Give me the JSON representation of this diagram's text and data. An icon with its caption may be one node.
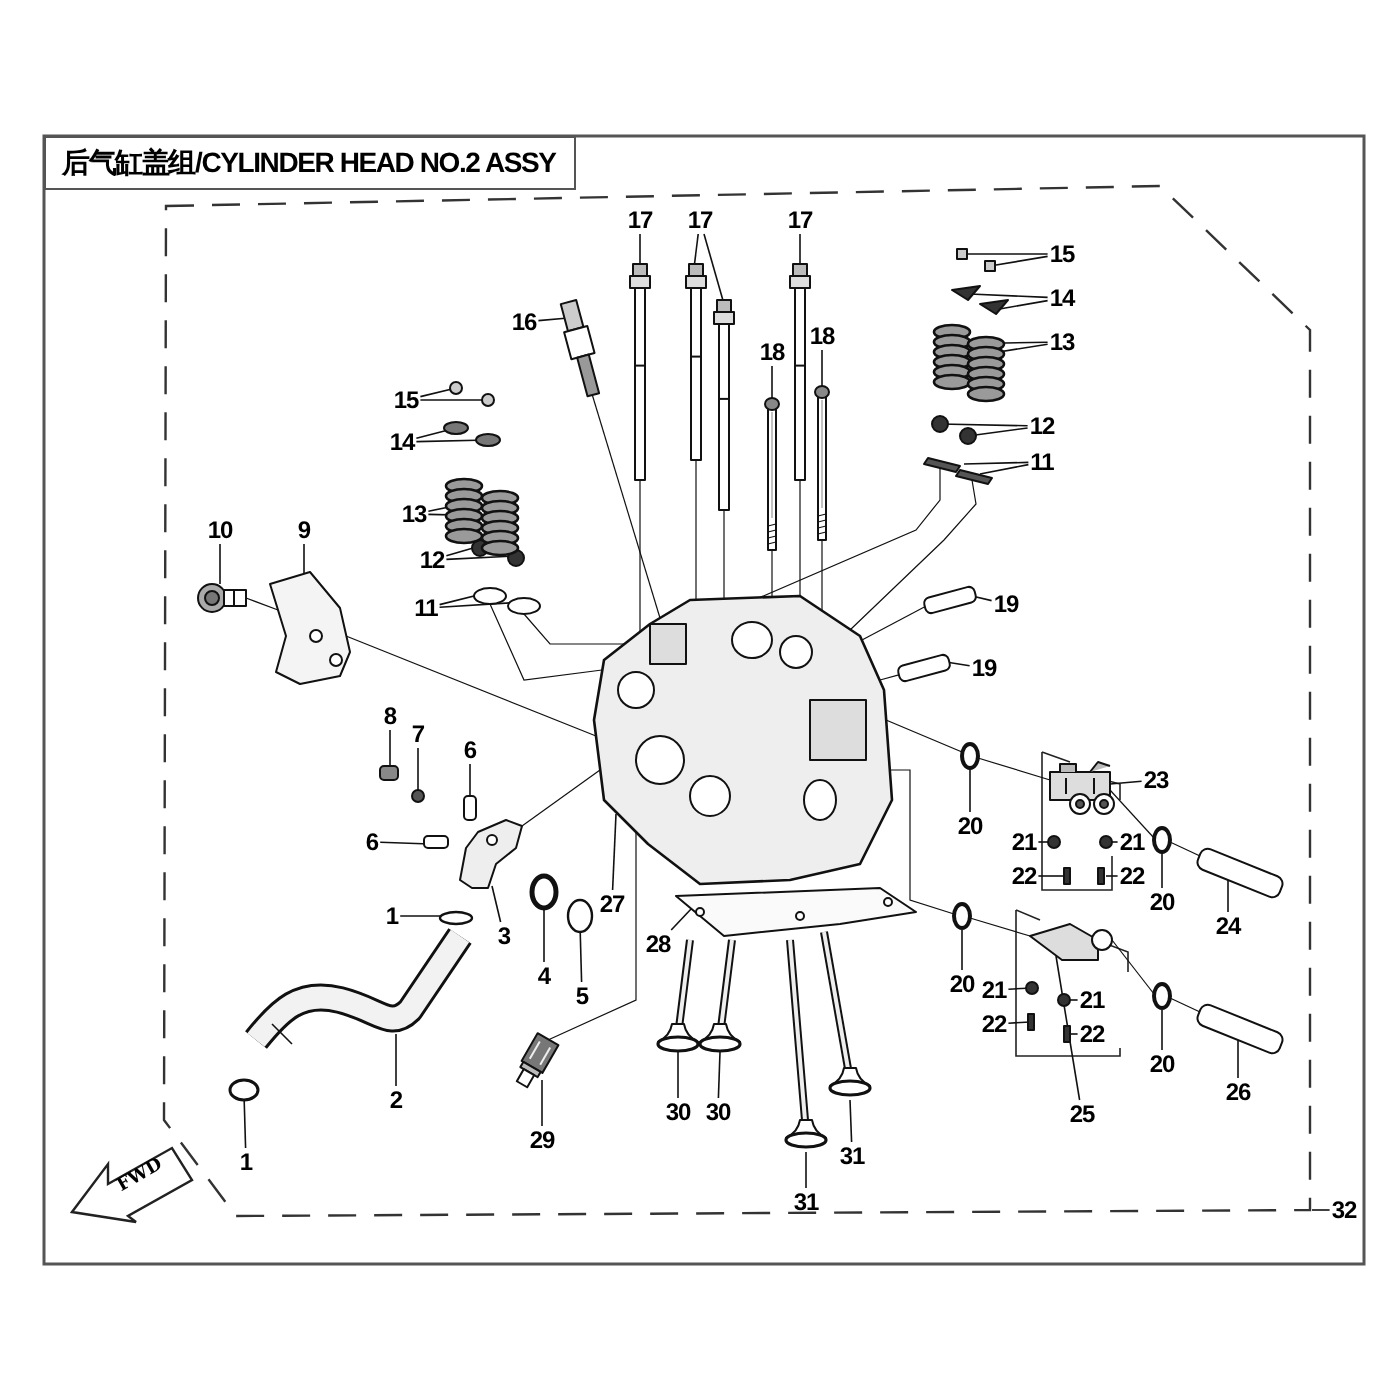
{
  "diagram": {
    "title": "后气缸盖组/CYLINDER HEAD NO.2 ASSY",
    "nodes": [
      {
        "text": [
          "1"
        ]
      },
      {
        "text": [
          "1"
        ]
      },
      {
        "text": [
          "2"
        ]
      },
      {
        "text": [
          "3"
        ]
      },
      {
        "text": [
          "4"
        ]
      },
      {
        "text": [
          "5"
        ]
      },
      {
        "text": [
          "6"
        ]
      },
      {
        "text": [
          "6"
        ]
      },
      {
        "text": [
          "7"
        ]
      },
      {
        "text": [
          "8"
        ]
      },
      {
        "text": [
          "9"
        ]
      },
      {
        "text": [
          "10"
        ]
      },
      {
        "text": [
          "11"
        ]
      },
      {
        "text": [
          "12"
        ]
      },
      {
        "text": [
          "13"
        ]
      },
      {
        "text": [
          "14"
        ]
      },
      {
        "text": [
          "15"
        ]
      },
      {
        "text": [
          "16"
        ]
      },
      {
        "text": [
          "17"
        ]
      },
      {
        "text": [
          "17"
        ]
      },
      {
        "text": [
          "17"
        ]
      },
      {
        "text": [
          "18"
        ]
      },
      {
        "text": [
          "18"
        ]
      },
      {
        "text": [
          "15"
        ]
      },
      {
        "text": [
          "14"
        ]
      },
      {
        "text": [
          "13"
        ]
      },
      {
        "text": [
          "12"
        ]
      },
      {
        "text": [
          "11"
        ]
      },
      {
        "text": [
          "19"
        ]
      },
      {
        "text": [
          "19"
        ]
      },
      {
        "text": [
          "20"
        ]
      },
      {
        "text": [
          "23"
        ]
      },
      {
        "text": [
          "21"
        ]
      },
      {
        "text": [
          "21"
        ]
      },
      {
        "text": [
          "22"
        ]
      },
      {
        "text": [
          "22"
        ]
      },
      {
        "text": [
          "20"
        ]
      },
      {
        "text": [
          "24"
        ]
      },
      {
        "text": [
          "20"
        ]
      },
      {
        "text": [
          "21"
        ]
      },
      {
        "text": [
          "21"
        ]
      },
      {
        "text": [
          "22"
        ]
      },
      {
        "text": [
          "22"
        ]
      },
      {
        "text": [
          "20"
        ]
      },
      {
        "text": [
          "25"
        ]
      },
      {
        "text": [
          "26"
        ]
      },
      {
        "text": [
          "27"
        ]
      },
      {
        "text": [
          "28"
        ]
      },
      {
        "text": [
          "29"
        ]
      },
      {
        "text": [
          "30"
        ]
      },
      {
        "text": [
          "30"
        ]
      },
      {
        "text": [
          "31"
        ]
      },
      {
        "text": [
          "31"
        ]
      },
      {
        "text": [
          "32"
        ]
      },
      {
        "text": [
          "FWD"
        ]
      },
      {
        "text": [],
        "shape": "circle"
      },
      {
        "text": [],
        "shape": "circle"
      },
      {
        "text": [],
        "shape": "picture"
      },
      {
        "text": [],
        "shape": "picture"
      },
      {
        "text": [],
        "shape": "circle"
      },
      {
        "text": [],
        "shape": "circle"
      },
      {
        "text": [],
        "shape": "box"
      },
      {
        "text": [],
        "shape": "box"
      },
      {
        "text": [],
        "shape": "circle"
      },
      {
        "text": [],
        "shape": "box"
      },
      {
        "text": [],
        "shape": "picture"
      },
      {
        "text": [],
        "shape": "picture"
      },
      {
        "text": [],
        "shape": "circle"
      },
      {
        "text": [],
        "shape": "circle"
      },
      {
        "text": [],
        "shape": "circle"
      },
      {
        "text": [],
        "shape": "circle"
      },
      {
        "text": [],
        "shape": "picture"
      },
      {
        "text": [],
        "shape": "picture"
      },
      {
        "text": [],
        "shape": "circle"
      },
      {
        "text": [],
        "shape": "circle"
      },
      {
        "text": [],
        "shape": "circle"
      },
      {
        "text": [],
        "shape": "circle"
      },
      {
        "text": [],
        "shape": "picture"
      },
      {
        "text": [],
        "shape": "picture"
      },
      {
        "text": [],
        "shape": "picture"
      },
      {
        "text": [],
        "shape": "picture"
      },
      {
        "text": [],
        "shape": "picture"
      },
      {
        "text": [],
        "shape": "picture"
      },
      {
        "text": [],
        "shape": "picture"
      },
      {
        "text": [],
        "shape": "box"
      },
      {
        "text": [],
        "shape": "box"
      },
      {
        "text": [],
        "shape": "picture"
      },
      {
        "text": [],
        "shape": "picture"
      },
      {
        "text": [],
        "shape": "picture"
      },
      {
        "text": [],
        "shape": "picture"
      },
      {
        "text": [],
        "shape": "circle"
      },
      {
        "text": [],
        "shape": "circle"
      },
      {
        "text": [],
        "shape": "picture"
      },
      {
        "text": [],
        "shape": "picture"
      },
      {
        "text": [],
        "shape": "box"
      },
      {
        "text": [],
        "shape": "box"
      },
      {
        "text": [],
        "shape": "circle"
      },
      {
        "text": [],
        "shape": "picture"
      },
      {
        "text": [],
        "shape": "circle"
      },
      {
        "text": [],
        "shape": "circle"
      },
      {
        "text": [],
        "shape": "box"
      },
      {
        "text": [],
        "shape": "box"
      },
      {
        "text": [],
        "shape": "circle"
      },
      {
        "text": [],
        "shape": "box"
      },
      {
        "text": [],
        "shape": "circle"
      },
      {
        "text": [],
        "shape": "circle"
      },
      {
        "text": [],
        "shape": "circle"
      },
      {
        "text": [],
        "shape": "box"
      },
      {
        "text": [],
        "shape": "box"
      },
      {
        "text": [],
        "shape": "circle"
      },
      {
        "text": [],
        "shape": "picture"
      },
      {
        "text": [],
        "shape": "box"
      },
      {
        "text": [],
        "shape": "picture"
      },
      {
        "text": [],
        "shape": "picture"
      },
      {
        "text": [],
        "shape": "picture"
      },
      {
        "text": [],
        "shape": "picture"
      },
      {
        "text": [],
        "shape": "picture"
      },
      {
        "text": [],
        "shape": "picture"
      },
      {
        "text": [],
        "shape": "picture"
      }
    ],
    "edges": [
      {
        "from": 0,
        "to": 55,
        "arrow": "none"
      },
      {
        "from": 1,
        "to": 56,
        "arrow": "none"
      },
      {
        "from": 2,
        "to": 57,
        "arrow": "none"
      },
      {
        "from": 3,
        "to": 58,
        "arrow": "none"
      },
      {
        "from": 4,
        "to": 59,
        "arrow": "none"
      },
      {
        "from": 5,
        "to": 60,
        "arrow": "none"
      },
      {
        "from": 6,
        "to": 61,
        "arrow": "none"
      },
      {
        "from": 7,
        "to": 62,
        "arrow": "none"
      },
      {
        "from": 8,
        "to": 63,
        "arrow": "none"
      },
      {
        "from": 9,
        "to": 64,
        "arrow": "none"
      },
      {
        "from": 10,
        "to": 65,
        "arrow": "none"
      },
      {
        "from": 11,
        "to": 66,
        "arrow": "none"
      },
      {
        "from": 12,
        "to": 67,
        "arrow": "none"
      },
      {
        "from": 12,
        "to": 68,
        "arrow": "none"
      },
      {
        "from": 13,
        "to": 69,
        "arrow": "none"
      },
      {
        "from": 13,
        "to": 70,
        "arrow": "none"
      },
      {
        "from": 14,
        "to": 71,
        "arrow": "none"
      },
      {
        "from": 14,
        "to": 72,
        "arrow": "none"
      },
      {
        "from": 15,
        "to": 73,
        "arrow": "none"
      },
      {
        "from": 15,
        "to": 74,
        "arrow": "none"
      },
      {
        "from": 16,
        "to": 75,
        "arrow": "none"
      },
      {
        "from": 16,
        "to": 76,
        "arrow": "none"
      },
      {
        "from": 17,
        "to": 77,
        "arrow": "none"
      },
      {
        "from": 18,
        "to": 78,
        "arrow": "none"
      },
      {
        "from": 19,
        "to": 79,
        "arrow": "none"
      },
      {
        "from": 19,
        "to": 80,
        "arrow": "none"
      },
      {
        "from": 20,
        "to": 81,
        "arrow": "none"
      },
      {
        "from": 21,
        "to": 82,
        "arrow": "none"
      },
      {
        "from": 22,
        "to": 83,
        "arrow": "none"
      },
      {
        "from": 23,
        "to": 84,
        "arrow": "none"
      },
      {
        "from": 23,
        "to": 85,
        "arrow": "none"
      },
      {
        "from": 24,
        "to": 86,
        "arrow": "none"
      },
      {
        "from": 24,
        "to": 87,
        "arrow": "none"
      },
      {
        "from": 25,
        "to": 88,
        "arrow": "none"
      },
      {
        "from": 25,
        "to": 89,
        "arrow": "none"
      },
      {
        "from": 26,
        "to": 90,
        "arrow": "none"
      },
      {
        "from": 26,
        "to": 91,
        "arrow": "none"
      },
      {
        "from": 27,
        "to": 92,
        "arrow": "none"
      },
      {
        "from": 27,
        "to": 93,
        "arrow": "none"
      },
      {
        "from": 28,
        "to": 94,
        "arrow": "none"
      },
      {
        "from": 29,
        "to": 95,
        "arrow": "none"
      },
      {
        "from": 30,
        "to": 96,
        "arrow": "none"
      },
      {
        "from": 31,
        "to": 97,
        "arrow": "none"
      },
      {
        "from": 32,
        "to": 98,
        "arrow": "none"
      },
      {
        "from": 33,
        "to": 99,
        "arrow": "none"
      },
      {
        "from": 34,
        "to": 100,
        "arrow": "none"
      },
      {
        "from": 35,
        "to": 101,
        "arrow": "none"
      },
      {
        "from": 36,
        "to": 102,
        "arrow": "none"
      },
      {
        "from": 37,
        "to": 103,
        "arrow": "none"
      },
      {
        "from": 38,
        "to": 104,
        "arrow": "none"
      },
      {
        "from": 39,
        "to": 105,
        "arrow": "none"
      },
      {
        "from": 40,
        "to": 106,
        "arrow": "none"
      },
      {
        "from": 41,
        "to": 107,
        "arrow": "none"
      },
      {
        "from": 42,
        "to": 108,
        "arrow": "none"
      },
      {
        "from": 43,
        "to": 109,
        "arrow": "none"
      },
      {
        "from": 44,
        "to": 110,
        "arrow": "none"
      },
      {
        "from": 45,
        "to": 111,
        "arrow": "none"
      },
      {
        "from": 46,
        "to": 112,
        "arrow": "none"
      },
      {
        "from": 47,
        "to": 113,
        "arrow": "none"
      },
      {
        "from": 48,
        "to": 114,
        "arrow": "none"
      },
      {
        "from": 49,
        "to": 115,
        "arrow": "none"
      },
      {
        "from": 50,
        "to": 116,
        "arrow": "none"
      },
      {
        "from": 51,
        "to": 117,
        "arrow": "none"
      },
      {
        "from": 52,
        "to": 118,
        "arrow": "none"
      },
      {
        "from": 53,
        "to": null,
        "arrow": "none"
      },
      {
        "from": 67,
        "to": 112,
        "arrow": "none"
      },
      {
        "from": 68,
        "to": 112,
        "arrow": "none"
      },
      {
        "from": 77,
        "to": 112,
        "arrow": "none"
      },
      {
        "from": 78,
        "to": 112,
        "arrow": "none"
      },
      {
        "from": 79,
        "to": 112,
        "arrow": "none"
      },
      {
        "from": 80,
        "to": 112,
        "arrow": "none"
      },
      {
        "from": 81,
        "to": 112,
        "arrow": "none"
      },
      {
        "from": 82,
        "to": 112,
        "arrow": "none"
      },
      {
        "from": 83,
        "to": 112,
        "arrow": "none"
      },
      {
        "from": 92,
        "to": 112,
        "arrow": "none"
      },
      {
        "from": 93,
        "to": 112,
        "arrow": "none"
      },
      {
        "from": 65,
        "to": 112,
        "arrow": "none"
      },
      {
        "from": 66,
        "to": 65,
        "arrow": "none"
      },
      {
        "from": 94,
        "to": 112,
        "arrow": "none"
      },
      {
        "from": 95,
        "to": 112,
        "arrow": "none"
      },
      {
        "from": 112,
        "to": 96,
        "arrow": "none"
      },
      {
        "from": 96,
        "to": 97,
        "arrow": "none"
      },
      {
        "from": 97,
        "to": 102,
        "arrow": "none"
      },
      {
        "from": 102,
        "to": 103,
        "arrow": "none"
      },
      {
        "from": 112,
        "to": 104,
        "arrow": "none"
      },
      {
        "from": 104,
        "to": 110,
        "arrow": "none"
      },
      {
        "from": 110,
        "to": 109,
        "arrow": "none"
      },
      {
        "from": 109,
        "to": 111,
        "arrow": "none"
      },
      {
        "from": 58,
        "to": 112,
        "arrow": "none"
      },
      {
        "from": 114,
        "to": 112,
        "arrow": "none"
      }
    ]
  }
}
